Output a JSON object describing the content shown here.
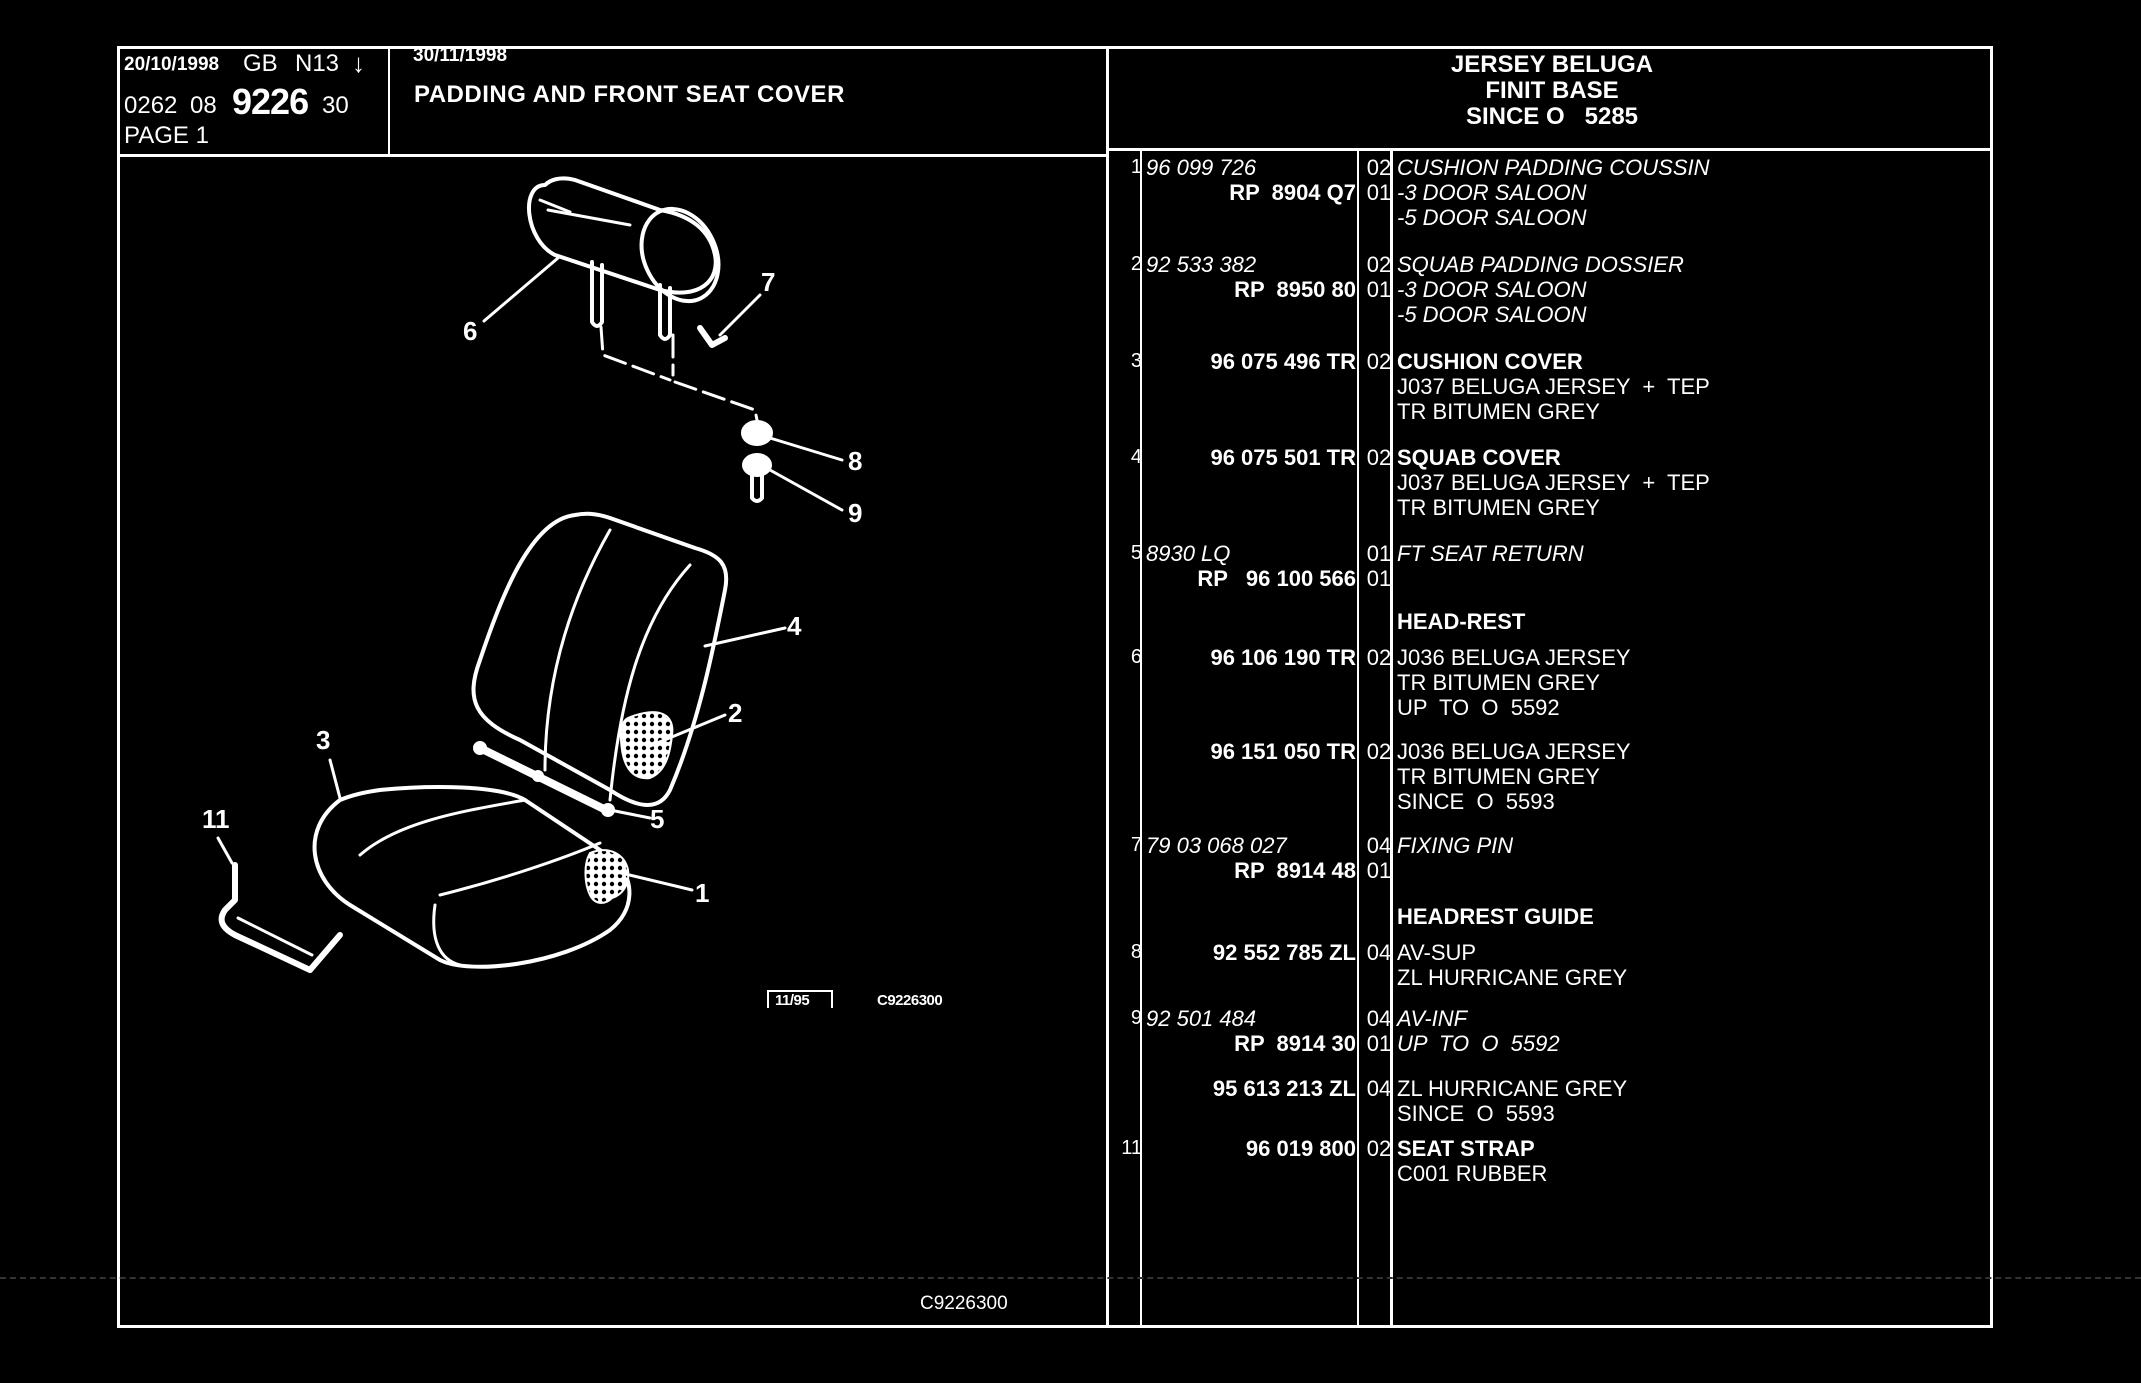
{
  "header": {
    "date_left": "20/10/1998",
    "market": "GB",
    "code": "N13",
    "arrow_icon": "down-arrow-icon",
    "ref_prefix_1": "0262",
    "ref_prefix_2": "08",
    "ref_main": "9226",
    "ref_suffix": "30",
    "page_label": "PAGE 1",
    "date_right": "30/11/1998",
    "title": "PADDING AND FRONT SEAT COVER",
    "trim_line_1": "JERSEY BELUGA",
    "trim_line_2": "FINIT BASE",
    "trim_line_3": "SINCE O   5285"
  },
  "drawing": {
    "callouts": [
      "1",
      "2",
      "3",
      "4",
      "5",
      "6",
      "7",
      "8",
      "9",
      "11"
    ],
    "issue_box": "11/95",
    "image_ref": "C9226300",
    "footer_ref": "C9226300"
  },
  "parts": [
    {
      "num": "1",
      "lines": [
        {
          "ref": "96 099 726",
          "ref_style": "it-left",
          "qty": "02",
          "desc": "CUSHION PADDING COUSSIN",
          "desc_style": "it"
        },
        {
          "ref": "RP  8904 Q7",
          "ref_style": "bd",
          "qty": "01",
          "desc": "-3 DOOR SALOON",
          "desc_style": "it"
        },
        {
          "ref": "",
          "ref_style": "",
          "qty": "",
          "desc": "-5 DOOR SALOON",
          "desc_style": "it"
        }
      ]
    },
    {
      "num": "2",
      "lines": [
        {
          "ref": "92 533 382",
          "ref_style": "it-left",
          "qty": "02",
          "desc": "SQUAB PADDING DOSSIER",
          "desc_style": "it"
        },
        {
          "ref": "RP  8950 80",
          "ref_style": "bd",
          "qty": "01",
          "desc": "-3 DOOR SALOON",
          "desc_style": "it"
        },
        {
          "ref": "",
          "ref_style": "",
          "qty": "",
          "desc": "-5 DOOR SALOON",
          "desc_style": "it"
        }
      ]
    },
    {
      "num": "3",
      "lines": [
        {
          "ref": "96 075 496 TR",
          "ref_style": "bd",
          "qty": "02",
          "desc": "CUSHION COVER",
          "desc_style": "bd"
        },
        {
          "ref": "",
          "ref_style": "",
          "qty": "",
          "desc": "J037 BELUGA JERSEY  +  TEP",
          "desc_style": "rg"
        },
        {
          "ref": "",
          "ref_style": "",
          "qty": "",
          "desc": "TR BITUMEN GREY",
          "desc_style": "rg"
        }
      ]
    },
    {
      "num": "4",
      "lines": [
        {
          "ref": "96 075 501 TR",
          "ref_style": "bd",
          "qty": "02",
          "desc": "SQUAB COVER",
          "desc_style": "bd"
        },
        {
          "ref": "",
          "ref_style": "",
          "qty": "",
          "desc": "J037 BELUGA JERSEY  +  TEP",
          "desc_style": "rg"
        },
        {
          "ref": "",
          "ref_style": "",
          "qty": "",
          "desc": "TR BITUMEN GREY",
          "desc_style": "rg"
        }
      ]
    },
    {
      "num": "5",
      "lines": [
        {
          "ref": "8930 LQ",
          "ref_style": "it-left",
          "qty": "01",
          "desc": "FT SEAT RETURN",
          "desc_style": "it"
        },
        {
          "ref": "RP   96 100 566",
          "ref_style": "bd",
          "qty": "01",
          "desc": "",
          "desc_style": ""
        }
      ]
    },
    {
      "num": "",
      "lines": [
        {
          "ref": "",
          "ref_style": "",
          "qty": "",
          "desc": "HEAD-REST",
          "desc_style": "bd"
        }
      ]
    },
    {
      "num": "6",
      "lines": [
        {
          "ref": "96 106 190 TR",
          "ref_style": "bd",
          "qty": "02",
          "desc": "J036 BELUGA JERSEY",
          "desc_style": "rg"
        },
        {
          "ref": "",
          "ref_style": "",
          "qty": "",
          "desc": "TR BITUMEN GREY",
          "desc_style": "rg"
        },
        {
          "ref": "",
          "ref_style": "",
          "qty": "",
          "desc": "UP  TO  O  5592",
          "desc_style": "rg"
        }
      ]
    },
    {
      "num": "",
      "lines": [
        {
          "ref": "96 151 050 TR",
          "ref_style": "bd",
          "qty": "02",
          "desc": "J036 BELUGA JERSEY",
          "desc_style": "rg"
        },
        {
          "ref": "",
          "ref_style": "",
          "qty": "",
          "desc": "TR BITUMEN GREY",
          "desc_style": "rg"
        },
        {
          "ref": "",
          "ref_style": "",
          "qty": "",
          "desc": "SINCE  O  5593",
          "desc_style": "rg"
        }
      ]
    },
    {
      "num": "7",
      "lines": [
        {
          "ref": "79 03 068 027",
          "ref_style": "it-left",
          "qty": "04",
          "desc": "FIXING PIN",
          "desc_style": "it"
        },
        {
          "ref": "RP  8914 48",
          "ref_style": "bd",
          "qty": "01",
          "desc": "",
          "desc_style": ""
        }
      ]
    },
    {
      "num": "",
      "lines": [
        {
          "ref": "",
          "ref_style": "",
          "qty": "",
          "desc": "HEADREST GUIDE",
          "desc_style": "bd"
        }
      ]
    },
    {
      "num": "8",
      "lines": [
        {
          "ref": "92 552 785 ZL",
          "ref_style": "bd",
          "qty": "04",
          "desc": "AV-SUP",
          "desc_style": "rg"
        },
        {
          "ref": "",
          "ref_style": "",
          "qty": "",
          "desc": "ZL HURRICANE GREY",
          "desc_style": "rg"
        }
      ]
    },
    {
      "num": "9",
      "lines": [
        {
          "ref": "92 501 484",
          "ref_style": "it-left",
          "qty": "04",
          "desc": "AV-INF",
          "desc_style": "it"
        },
        {
          "ref": "RP  8914 30",
          "ref_style": "bd",
          "qty": "01",
          "desc": "UP  TO  O  5592",
          "desc_style": "it"
        }
      ]
    },
    {
      "num": "",
      "lines": [
        {
          "ref": "95 613 213 ZL",
          "ref_style": "bd",
          "qty": "04",
          "desc": "ZL HURRICANE GREY",
          "desc_style": "rg"
        },
        {
          "ref": "",
          "ref_style": "",
          "qty": "",
          "desc": "SINCE  O  5593",
          "desc_style": "rg"
        }
      ]
    },
    {
      "num": "11",
      "lines": [
        {
          "ref": "96 019 800",
          "ref_style": "bd",
          "qty": "02",
          "desc": "SEAT STRAP",
          "desc_style": "bd"
        },
        {
          "ref": "",
          "ref_style": "",
          "qty": "",
          "desc": "C001 RUBBER",
          "desc_style": "rg"
        }
      ]
    }
  ]
}
